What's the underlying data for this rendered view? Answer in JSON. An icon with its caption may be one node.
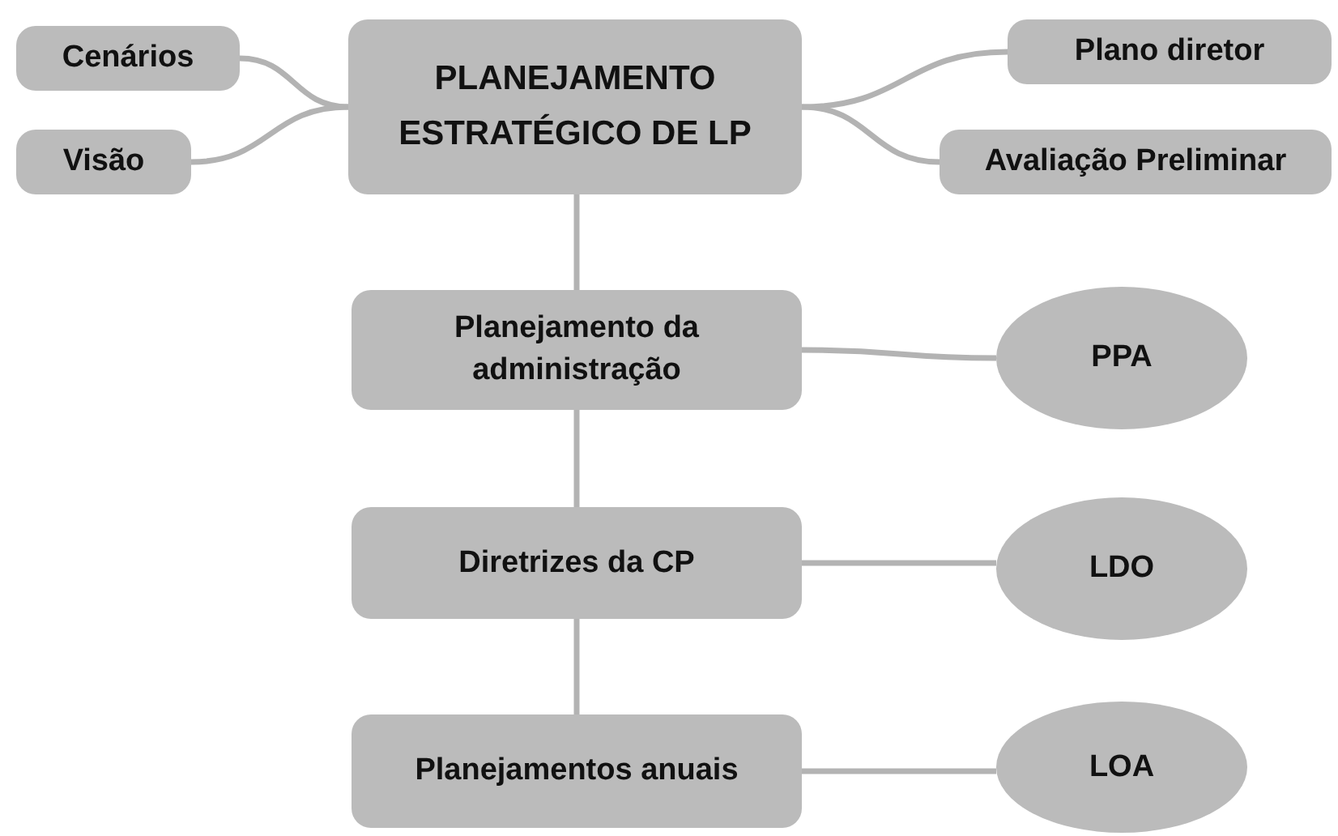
{
  "diagram": {
    "nodes": [
      {
        "text": [
          "Cenários"
        ]
      },
      {
        "text": [
          "Visão"
        ]
      },
      {
        "text": [
          "PLANEJAMENTO ESTRATÉGICO DE LP"
        ]
      },
      {
        "text": [
          "Plano diretor"
        ]
      },
      {
        "text": [
          "Avaliação Preliminar"
        ]
      },
      {
        "text": [
          "Planejamento da administração"
        ]
      },
      {
        "text": [
          "PPA"
        ]
      },
      {
        "text": [
          "Diretrizes da CP"
        ]
      },
      {
        "text": [
          "LDO"
        ]
      },
      {
        "text": [
          "Planejamentos anuais"
        ]
      },
      {
        "text": [
          "LOA"
        ]
      }
    ],
    "edges": [
      {
        "from": 0,
        "to": 2,
        "arrow": "none"
      },
      {
        "from": 1,
        "to": 2,
        "arrow": "none"
      },
      {
        "from": 2,
        "to": 3,
        "arrow": "none"
      },
      {
        "from": 2,
        "to": 4,
        "arrow": "none"
      },
      {
        "from": 2,
        "to": 5,
        "arrow": "none"
      },
      {
        "from": 5,
        "to": 6,
        "arrow": "none"
      },
      {
        "from": 5,
        "to": 7,
        "arrow": "none"
      },
      {
        "from": 7,
        "to": 8,
        "arrow": "none"
      },
      {
        "from": 7,
        "to": 9,
        "arrow": "none"
      },
      {
        "from": 9,
        "to": 10,
        "arrow": "none"
      }
    ]
  }
}
